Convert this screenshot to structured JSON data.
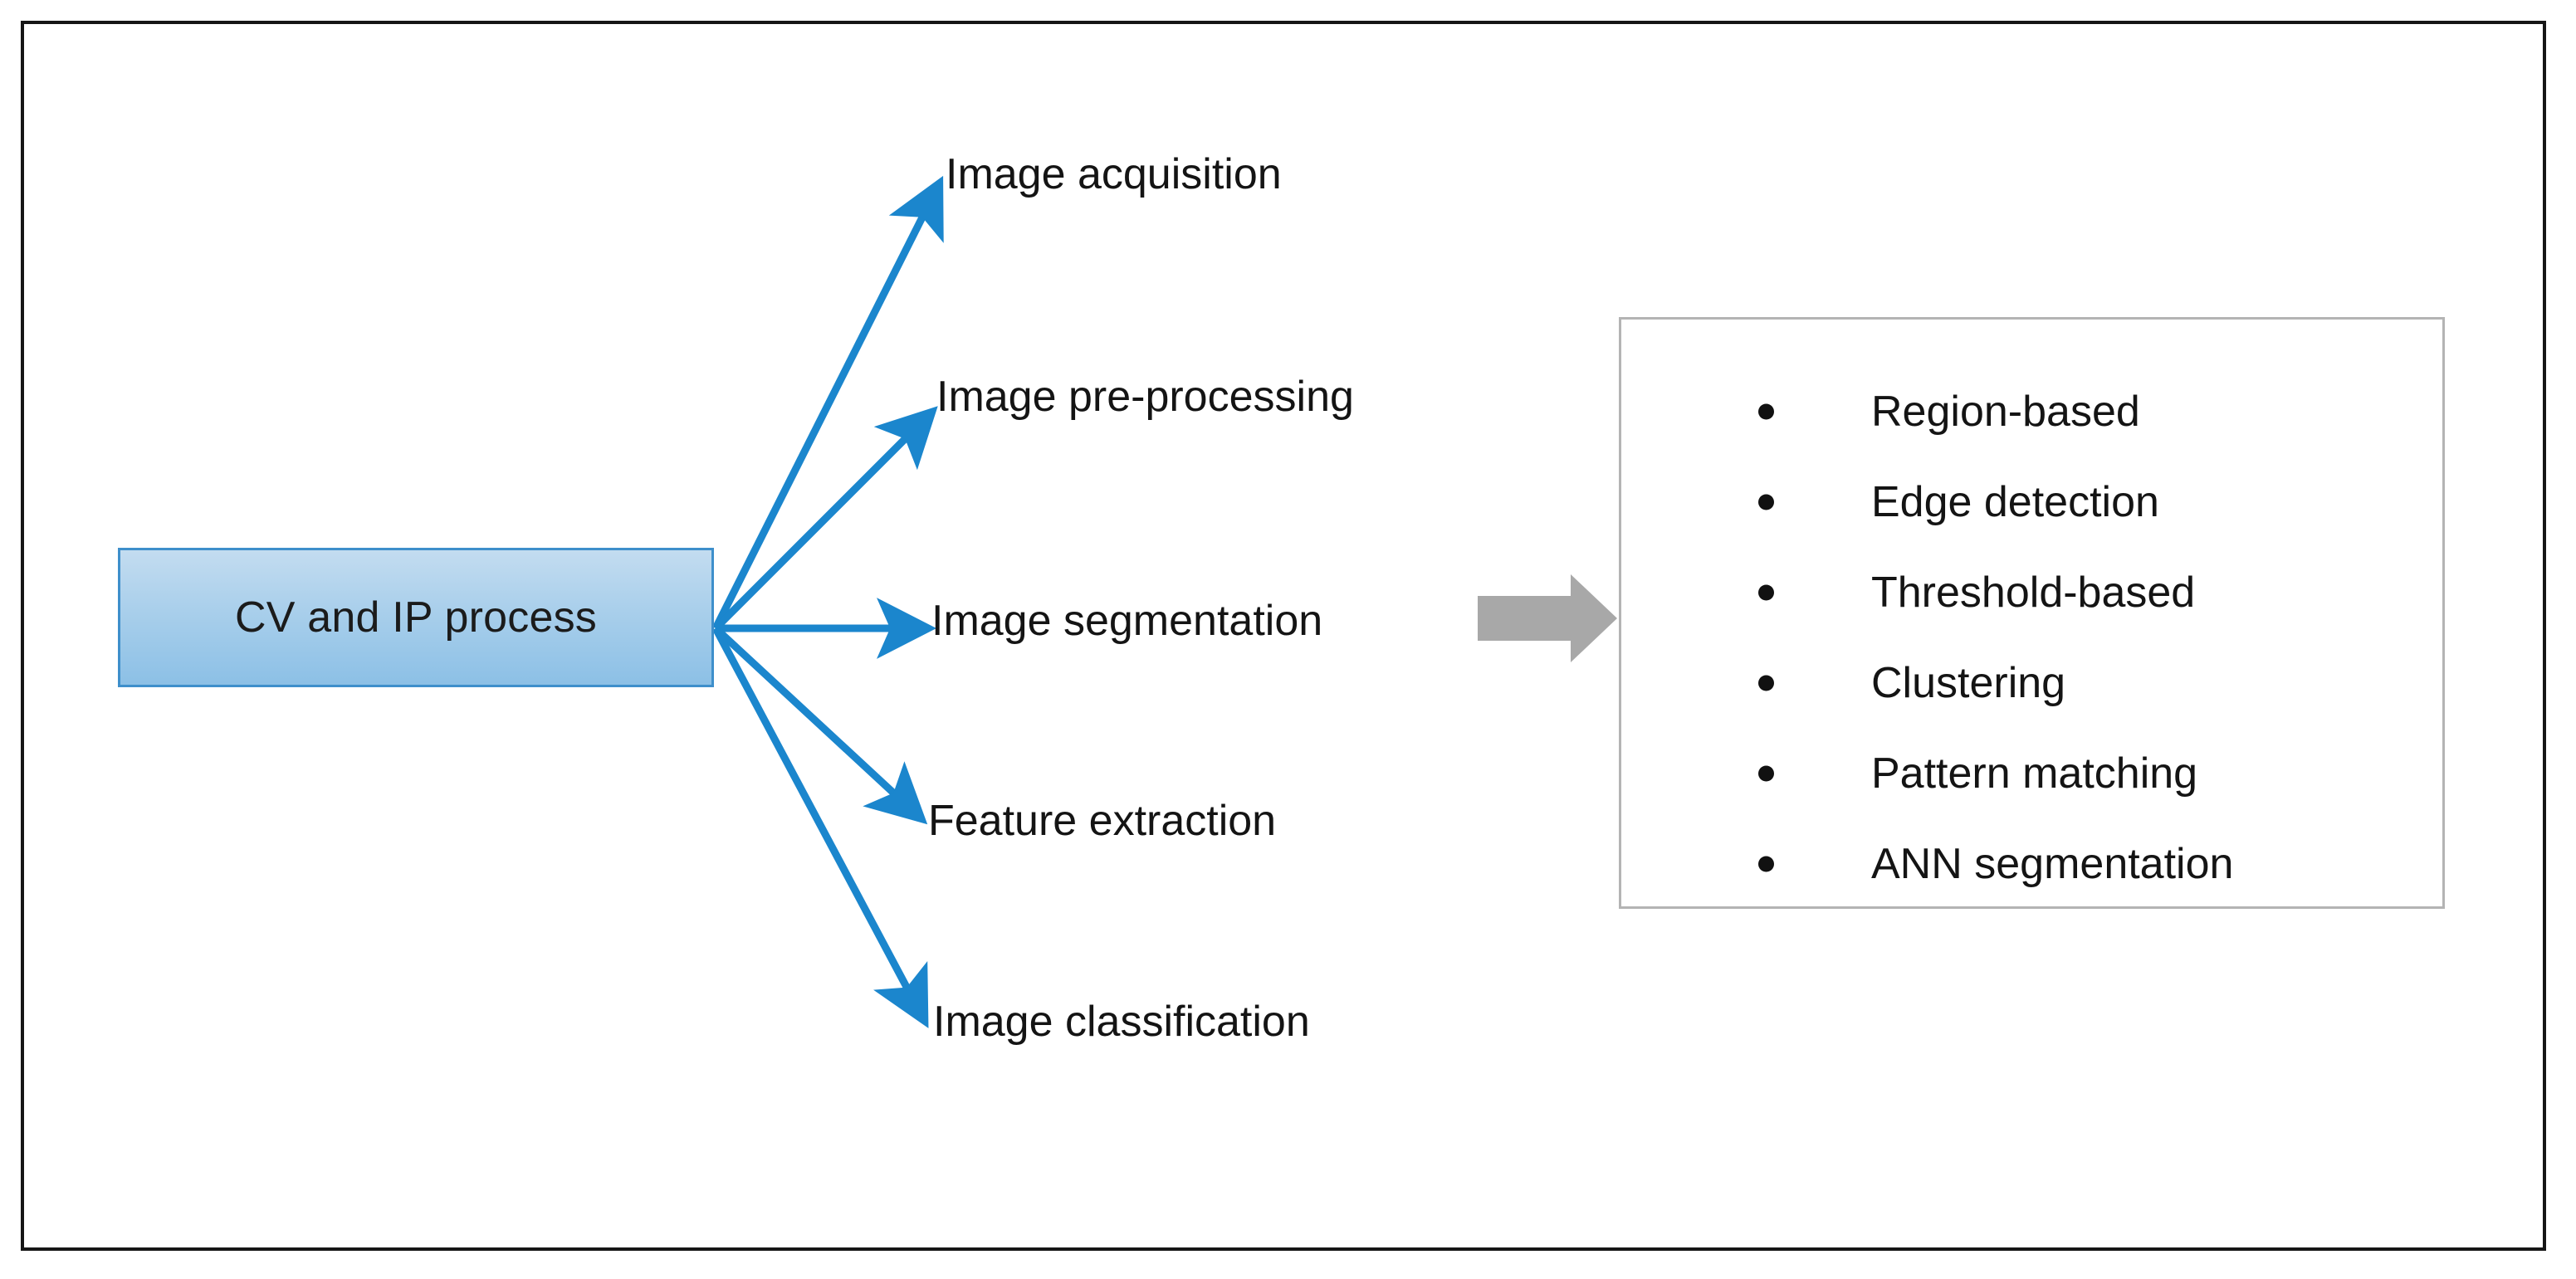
{
  "figure": {
    "border_color": "#161616",
    "background": "#ffffff"
  },
  "source_node": {
    "label": "CV and IP process",
    "fill_color": "#a9cfeb",
    "border_color": "#3e8fcb",
    "text_color": "#1b1b1b"
  },
  "connector_color": "#1b86cd",
  "gray_arrow": {
    "name": "expands-to-arrow",
    "color": "#a8a8a8"
  },
  "stages": [
    {
      "label": "Image acquisition",
      "icon": "arrow-up-right-icon"
    },
    {
      "label": "Image pre-processing",
      "icon": "arrow-up-right-icon"
    },
    {
      "label": "Image segmentation",
      "icon": "arrow-right-icon"
    },
    {
      "label": "Feature extraction",
      "icon": "arrow-down-right-icon"
    },
    {
      "label": "Image classification",
      "icon": "arrow-down-right-icon"
    }
  ],
  "detail_panel": {
    "border_color": "#b4b4b4",
    "bullet_color": "#111111",
    "items": [
      {
        "label": "Region-based"
      },
      {
        "label": "Edge detection"
      },
      {
        "label": "Threshold-based"
      },
      {
        "label": "Clustering"
      },
      {
        "label": "Pattern matching"
      },
      {
        "label": "ANN segmentation"
      }
    ]
  }
}
